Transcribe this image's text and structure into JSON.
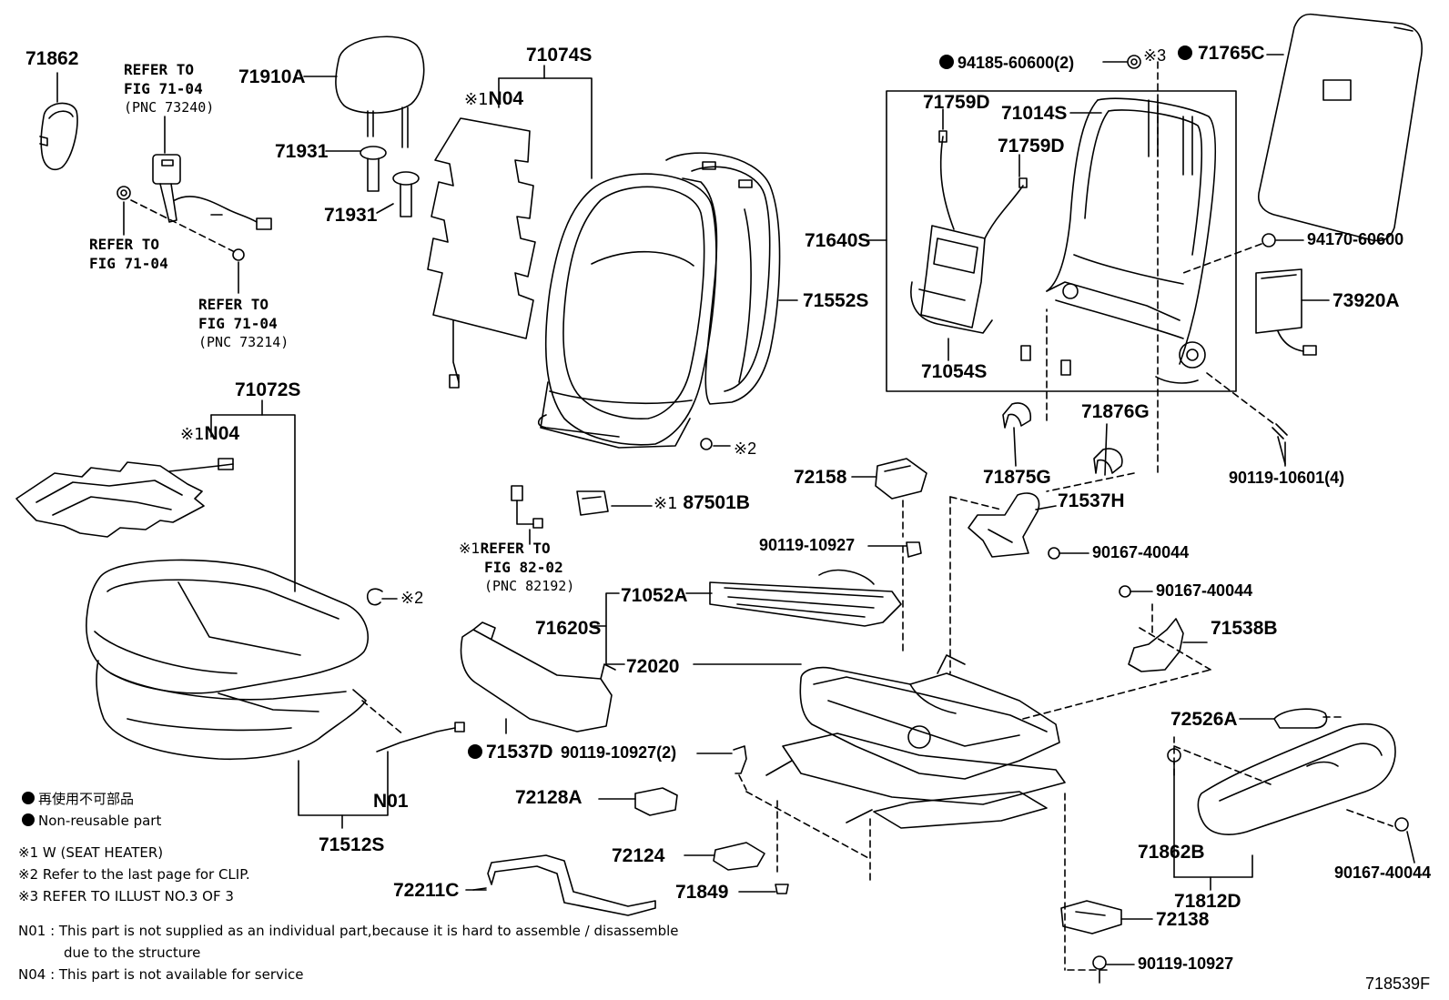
{
  "diagram_id": "718539F",
  "symbols": {
    "note1": "※1",
    "note2": "※2",
    "note3": "※3"
  },
  "parts": {
    "p71862": "71862",
    "p71910A": "71910A",
    "p71931a": "71931",
    "p71931b": "71931",
    "p71074S": "71074S",
    "p71072S": "71072S",
    "n04a": "N04",
    "n04b": "N04",
    "p94185": "94185-60600(2)",
    "p71765C": "71765C",
    "p71759Da": "71759D",
    "p71759Db": "71759D",
    "p71014S": "71014S",
    "p71640S": "71640S",
    "p71552S": "71552S",
    "p71054S": "71054S",
    "p94170": "94170-60600",
    "p73920A": "73920A",
    "p71876G": "71876G",
    "p71875G": "71875G",
    "p90119_10601": "90119-10601(4)",
    "p72158": "72158",
    "p87501B": "87501B",
    "p71537H": "71537H",
    "p90119_10927a": "90119-10927",
    "p90167_40044a": "90167-40044",
    "p90167_40044b": "90167-40044",
    "p71052A": "71052A",
    "p71620S": "71620S",
    "p72020": "72020",
    "p71538B": "71538B",
    "p72526A": "72526A",
    "p71537D": "71537D",
    "p90119_10927_2": "90119-10927(2)",
    "p72128A": "72128A",
    "p72124": "72124",
    "p72211C": "72211C",
    "p71849": "71849",
    "p71862B": "71862B",
    "p71812D": "71812D",
    "p90167_40044c": "90167-40044",
    "p72138": "72138",
    "p90119_10927b": "90119-10927",
    "n01": "N01",
    "p71512S": "71512S"
  },
  "refs": {
    "r1": {
      "line1": "REFER TO",
      "line2": "FIG 71-04",
      "line3": "(PNC 73240)"
    },
    "r2": {
      "line1": "REFER TO",
      "line2": "FIG 71-04"
    },
    "r3": {
      "line1": "REFER TO",
      "line2": "FIG 71-04",
      "line3": "(PNC 73214)"
    },
    "r4": {
      "line1": "REFER TO",
      "line2": "FIG 82-02",
      "line3": "(PNC 82192)"
    }
  },
  "legend": {
    "non_reusable_jp": "再使用不可部品",
    "non_reusable_en": "Non-reusable part",
    "note1": "※1  W (SEAT  HEATER)",
    "note2": "※2  Refer to the last page for CLIP.",
    "note3": "※3 REFER TO ILLUST NO.3 OF 3",
    "n01_line1": "N01 : This part is not supplied as an individual part,because it is hard to assemble / disassemble",
    "n01_line2": "due to the structure",
    "n04": "N04 : This part is not available for service"
  }
}
